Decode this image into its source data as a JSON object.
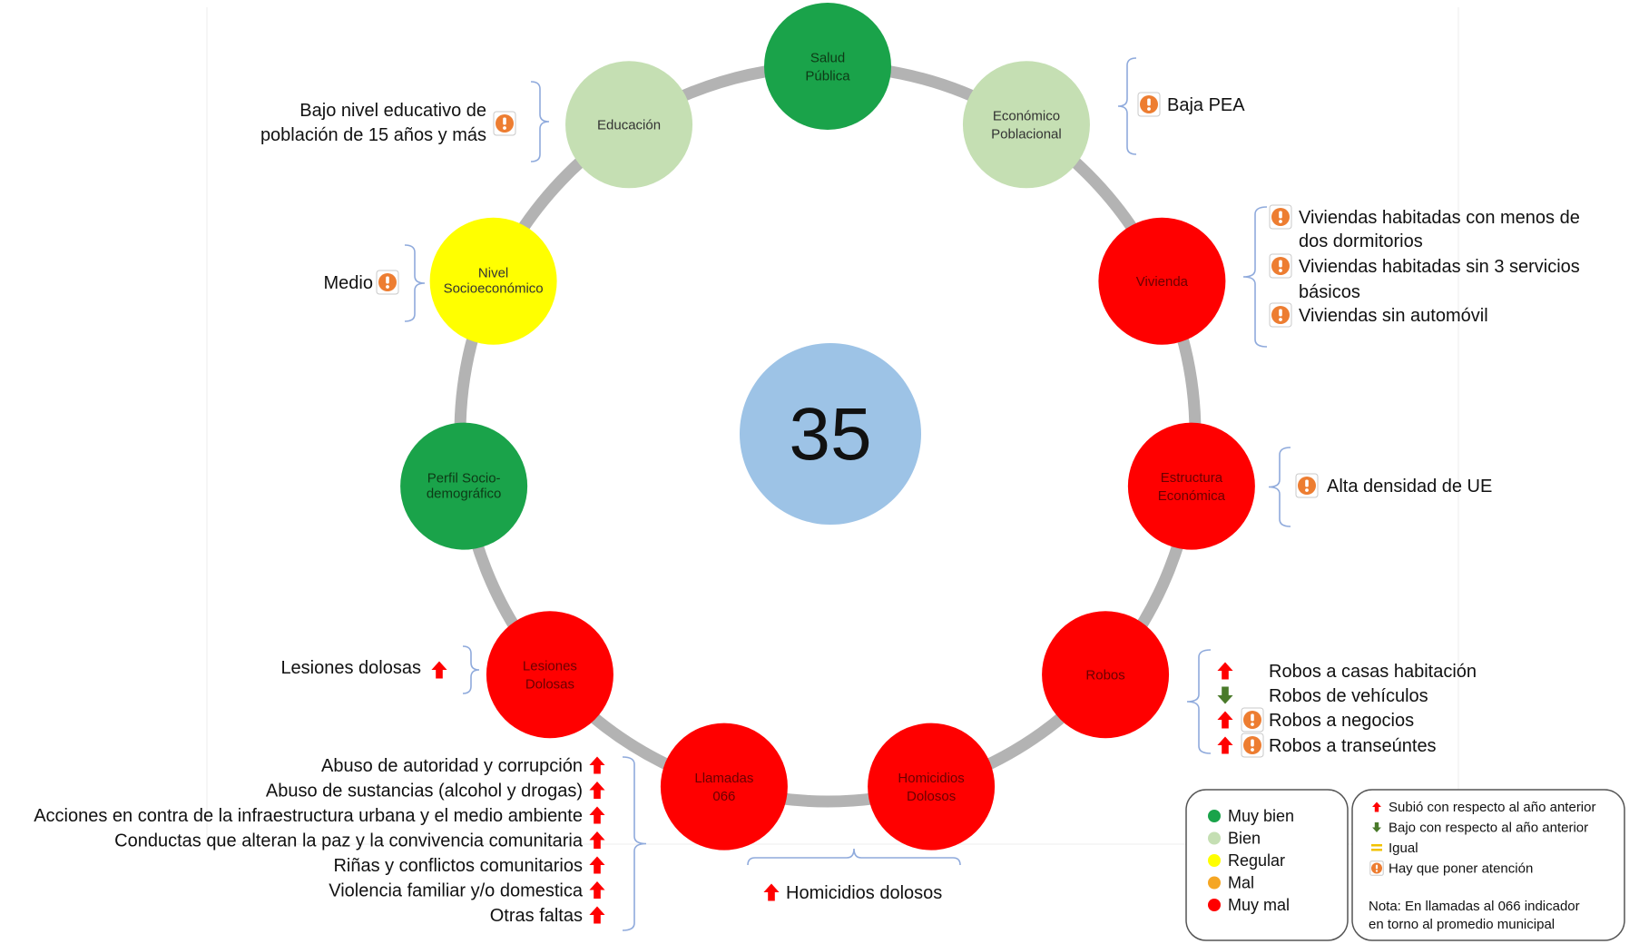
{
  "center_value": "35",
  "colors": {
    "muy_bien": "#1aa34a",
    "bien": "#c5dfb3",
    "regular": "#ffff00",
    "mal": "#f5a623",
    "muy_mal": "#ff0000",
    "center": "#9dc3e6",
    "ring": "#b3b3b3",
    "attention": "#ed7d31",
    "up_arrow": "#ff0000",
    "down_arrow": "#4a7a2a"
  },
  "nodes": [
    {
      "id": "salud-publica",
      "lines": [
        "Salud",
        "Pública"
      ],
      "status": "muy_bien"
    },
    {
      "id": "economico-poblacional",
      "lines": [
        "Económico",
        "Poblacional"
      ],
      "status": "bien"
    },
    {
      "id": "vivienda",
      "lines": [
        "Vivienda"
      ],
      "status": "muy_mal"
    },
    {
      "id": "estructura-economica",
      "lines": [
        "Estructura",
        "Económica"
      ],
      "status": "muy_mal"
    },
    {
      "id": "robos",
      "lines": [
        "Robos"
      ],
      "status": "muy_mal"
    },
    {
      "id": "homicidios-dolosos",
      "lines": [
        "Homicidios",
        "Dolosos"
      ],
      "status": "muy_mal"
    },
    {
      "id": "llamadas-066",
      "lines": [
        "Llamadas",
        "066"
      ],
      "status": "muy_mal"
    },
    {
      "id": "lesiones-dolosas",
      "lines": [
        "Lesiones",
        "Dolosas"
      ],
      "status": "muy_mal"
    },
    {
      "id": "perfil-sociodemografico",
      "lines": [
        "Perfil Socio-",
        "demográfico"
      ],
      "status": "muy_bien"
    },
    {
      "id": "nivel-socioeconomico",
      "lines": [
        "Nivel",
        "Socioeconómico"
      ],
      "status": "regular"
    },
    {
      "id": "educacion",
      "lines": [
        "Educación"
      ],
      "status": "bien"
    }
  ],
  "annotations": {
    "educacion": [
      "Bajo nivel educativo de",
      "población de 15 años y más"
    ],
    "economico": [
      "Baja PEA"
    ],
    "vivienda": [
      [
        "Viviendas habitadas con menos de",
        "dos dormitorios"
      ],
      [
        "Viviendas habitadas sin 3 servicios",
        "básicos"
      ],
      [
        "Viviendas sin automóvil"
      ]
    ],
    "nivel": [
      "Medio"
    ],
    "estructura": [
      "Alta densidad de UE"
    ],
    "lesiones": [
      "Lesiones dolosas"
    ],
    "robos": [
      {
        "text": "Robos a casas habitación",
        "up": true,
        "down": false,
        "attention": false
      },
      {
        "text": "Robos de vehículos",
        "up": false,
        "down": true,
        "attention": false
      },
      {
        "text": "Robos a negocios",
        "up": true,
        "down": false,
        "attention": true
      },
      {
        "text": "Robos a transeúntes",
        "up": true,
        "down": false,
        "attention": true
      }
    ],
    "homicidios": [
      "Homicidios dolosos"
    ],
    "llamadas": [
      "Abuso de autoridad y corrupción",
      "Abuso de sustancias (alcohol y drogas)",
      "Acciones en contra de la infraestructura urbana y el medio ambiente",
      "Conductas que alteran la paz y la convivencia comunitaria",
      "Riñas y conflictos comunitarios",
      "Violencia familiar y/o domestica",
      "Otras faltas"
    ]
  },
  "legend_status": [
    {
      "label": "Muy bien",
      "status": "muy_bien"
    },
    {
      "label": "Bien",
      "status": "bien"
    },
    {
      "label": "Regular",
      "status": "regular"
    },
    {
      "label": "Mal",
      "status": "mal"
    },
    {
      "label": "Muy mal",
      "status": "muy_mal"
    }
  ],
  "legend_symbols": [
    {
      "label": "Subió con respecto al año anterior",
      "symbol": "up"
    },
    {
      "label": "Bajo con respecto al año anterior",
      "symbol": "down"
    },
    {
      "label": "Igual",
      "symbol": "equal"
    },
    {
      "label": "Hay que poner atención",
      "symbol": "attention"
    }
  ],
  "legend_note": [
    "Nota: En llamadas al 066 indicador",
    "en torno al promedio municipal"
  ]
}
